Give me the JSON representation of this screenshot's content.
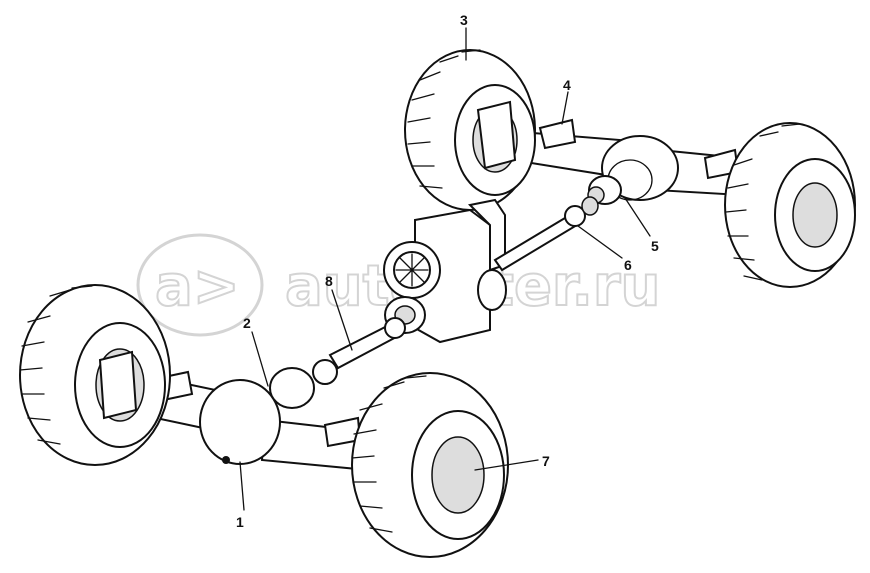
{
  "watermark": {
    "text": "autopiter.ru",
    "logo_glyph": "a>"
  },
  "callouts": [
    {
      "id": "1",
      "label": "1"
    },
    {
      "id": "2",
      "label": "2"
    },
    {
      "id": "3",
      "label": "3"
    },
    {
      "id": "4",
      "label": "4"
    },
    {
      "id": "5",
      "label": "5"
    },
    {
      "id": "6",
      "label": "6"
    },
    {
      "id": "7",
      "label": "7"
    },
    {
      "id": "8",
      "label": "8"
    }
  ],
  "colors": {
    "ink": "#111111",
    "watermark": "#d4d4d4",
    "background": "#ffffff"
  }
}
